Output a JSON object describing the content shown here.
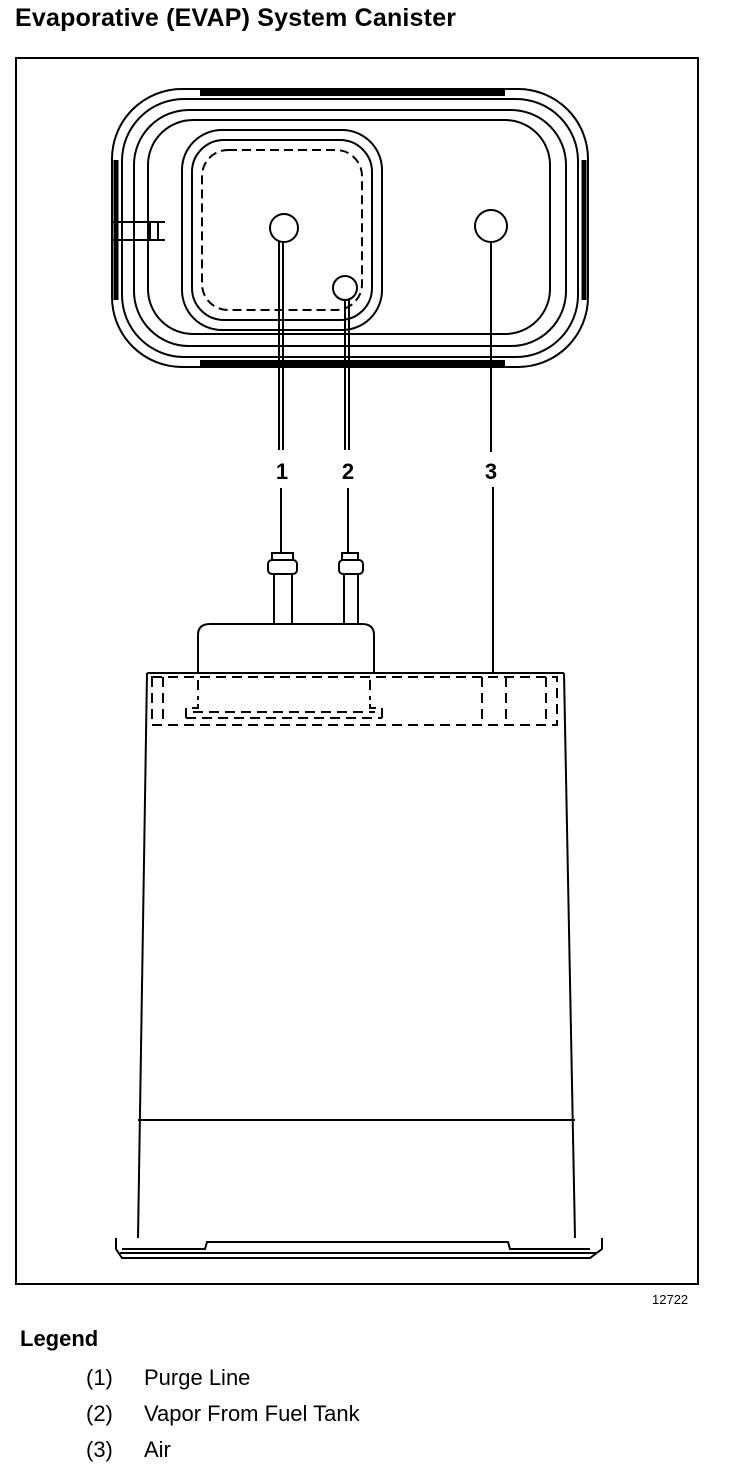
{
  "title": "Evaporative (EVAP) System Canister",
  "figure_number": "12722",
  "callouts": [
    "1",
    "2",
    "3"
  ],
  "legend": {
    "heading": "Legend",
    "items": [
      {
        "number": "(1)",
        "label": "Purge Line"
      },
      {
        "number": "(2)",
        "label": "Vapor From Fuel Tank"
      },
      {
        "number": "(3)",
        "label": "Air"
      }
    ]
  }
}
